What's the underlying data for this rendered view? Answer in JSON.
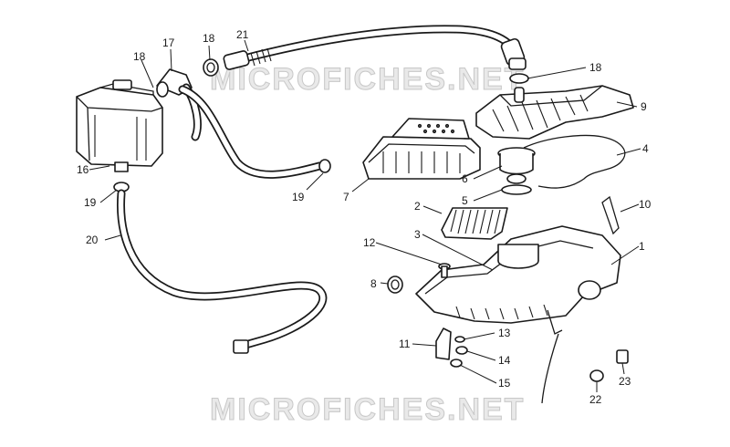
{
  "watermark": "MICROFICHES.NET",
  "callouts": [
    "1",
    "2",
    "3",
    "4",
    "5",
    "6",
    "7",
    "8",
    "9",
    "10",
    "11",
    "12",
    "13",
    "14",
    "15",
    "16",
    "17",
    "18",
    "18",
    "18",
    "19",
    "19",
    "20",
    "21",
    "22",
    "23"
  ]
}
